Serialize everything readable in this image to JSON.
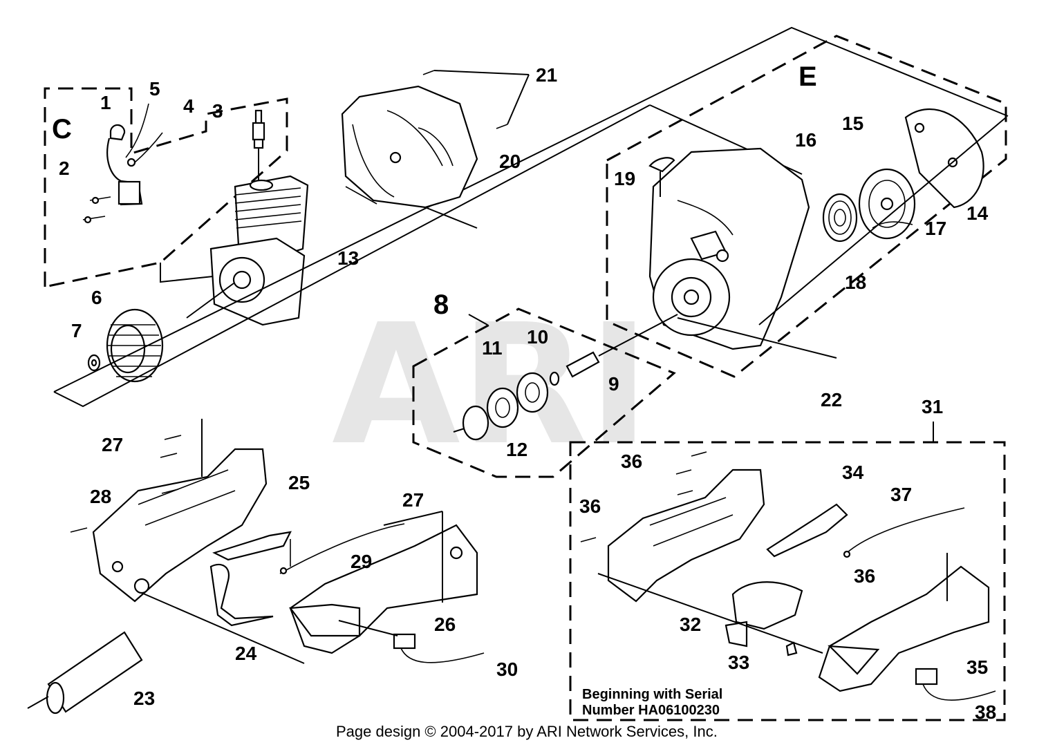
{
  "watermark": "ARI",
  "group_letters": {
    "c": "C",
    "e": "E",
    "eight": "8"
  },
  "callouts": {
    "n1": "1",
    "n2": "2",
    "n3": "3",
    "n4": "4",
    "n5": "5",
    "n6": "6",
    "n7": "7",
    "n9": "9",
    "n10": "10",
    "n11": "11",
    "n12": "12",
    "n13": "13",
    "n14": "14",
    "n15": "15",
    "n16": "16",
    "n17": "17",
    "n18": "18",
    "n19": "19",
    "n20": "20",
    "n21": "21",
    "n22": "22",
    "n23": "23",
    "n24": "24",
    "n25": "25",
    "n26": "26",
    "n27a": "27",
    "n27b": "27",
    "n28": "28",
    "n29": "29",
    "n30": "30",
    "n31": "31",
    "n32": "32",
    "n33": "33",
    "n34": "34",
    "n35": "35",
    "n36a": "36",
    "n36b": "36",
    "n36c": "36",
    "n37": "37",
    "n38": "38"
  },
  "serial_note": {
    "line1": "Beginning with Serial",
    "line2": "Number HA06100230"
  },
  "footer": "Page design © 2004-2017 by ARI Network Services, Inc."
}
